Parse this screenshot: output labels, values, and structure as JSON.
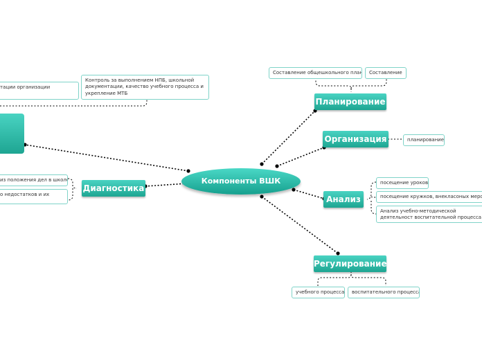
{
  "central": {
    "label": "Компоненты ВШК"
  },
  "topics": {
    "planning": "Планирование",
    "organization": "Организация",
    "analysis": "Анализ",
    "regulation": "Регулирование",
    "diagnostics": "Диагностика"
  },
  "leaves": {
    "planning_1": "Составление общешкольного плана",
    "planning_2": "Составление",
    "organization_1": "планирование",
    "analysis_1": "посещение уроков",
    "analysis_2": "посещение кружков, внекласоных меропр",
    "analysis_3": "Анализ учебно-методической деятельност воспитательной процесса",
    "regulation_1": "учебного процесса",
    "regulation_2": "воспитательного процесса",
    "diagnostics_1": "из положения дел в школе",
    "diagnostics_2": "о недостатков и их",
    "left_top_1": "тации организации",
    "left_top_2": "Контроль за выполнением НПБ, школьной документации, качество учебного процесса и укрепление МТБ"
  },
  "colors": {
    "topic": "#1ea592",
    "leaf_border": "#7fd3c8",
    "edge": "#000000"
  }
}
